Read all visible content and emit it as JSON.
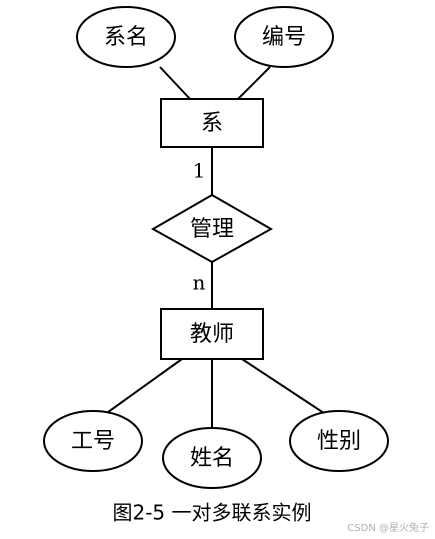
{
  "diagram": {
    "entities": {
      "department": "系",
      "teacher": "教师"
    },
    "relationship": {
      "manage": "管理"
    },
    "attributes": {
      "dept_name": "系名",
      "dept_number": "编号",
      "staff_number": "工号",
      "teacher_name": "姓名",
      "gender": "性别"
    },
    "cardinality": {
      "department_side": "1",
      "teacher_side": "n"
    }
  },
  "caption": "图2-5 一对多联系实例",
  "watermark": "CSDN @星火兔子",
  "colors": {
    "stroke": "#000000",
    "background": "#ffffff",
    "watermark": "#b0b0b0"
  }
}
